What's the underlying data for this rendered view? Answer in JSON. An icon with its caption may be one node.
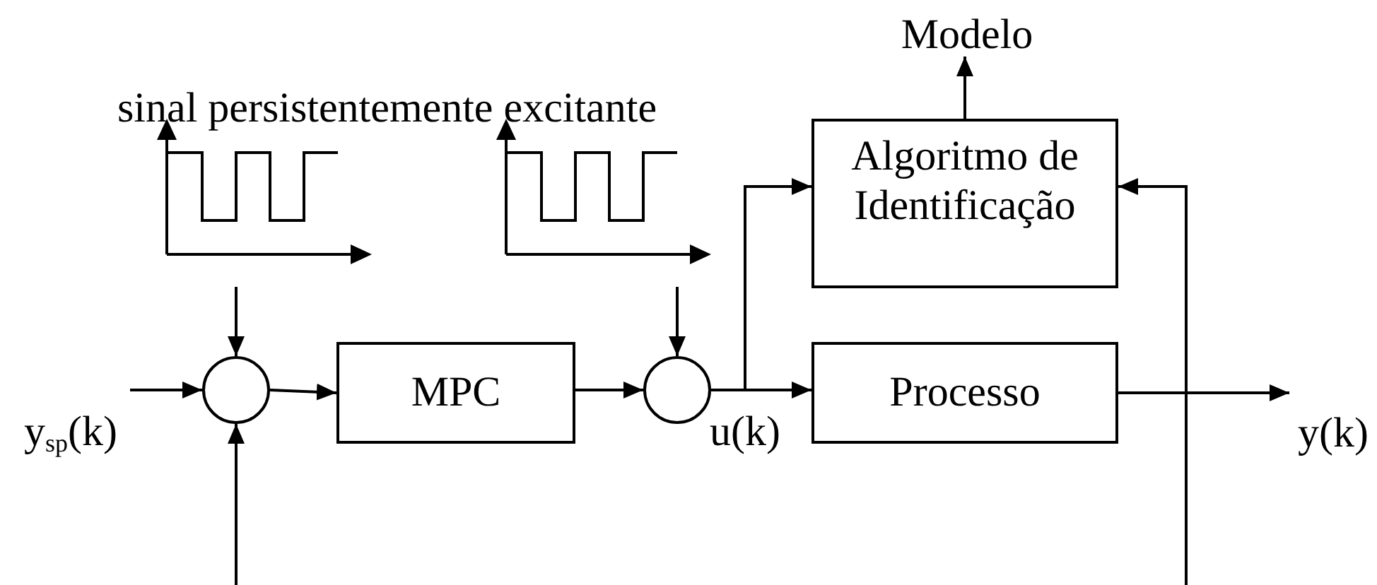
{
  "diagram": {
    "nodes": [
      {
        "text": [],
        "shape": "picture"
      },
      {
        "text": [],
        "shape": "picture"
      },
      {
        "text": [
          "y$_{sp}$(k)"
        ]
      },
      {
        "text": [],
        "shape": "circle"
      },
      {
        "text": [
          "MPC"
        ]
      },
      {
        "text": [],
        "shape": "circle"
      },
      {
        "text": [
          "Algoritmo de Identificação"
        ]
      },
      {
        "text": [
          "Modelo"
        ]
      },
      {
        "text": [
          "Processo"
        ]
      },
      {
        "text": [
          "y(k)"
        ]
      }
    ],
    "edges": [
      {
        "from": 0,
        "to": 3,
        "arrow": "to"
      },
      {
        "from": 2,
        "to": 3,
        "arrow": "to"
      },
      {
        "from": null,
        "to": 3,
        "arrow": "to"
      },
      {
        "from": 3,
        "to": 4,
        "arrow": "to"
      },
      {
        "from": 4,
        "to": 5,
        "arrow": "to"
      },
      {
        "from": 1,
        "to": 5,
        "arrow": "to"
      },
      {
        "from": 5,
        "to": 8,
        "arrow": "to"
      },
      {
        "from": 5,
        "to": 6,
        "arrow": "to"
      },
      {
        "from": 6,
        "to": 7,
        "arrow": "to"
      },
      {
        "from": 8,
        "to": 9,
        "arrow": "to"
      },
      {
        "from": null,
        "to": 6,
        "arrow": "to"
      }
    ],
    "labels": [
      "sinal persistentemente excitante",
      "u(k)"
    ]
  }
}
